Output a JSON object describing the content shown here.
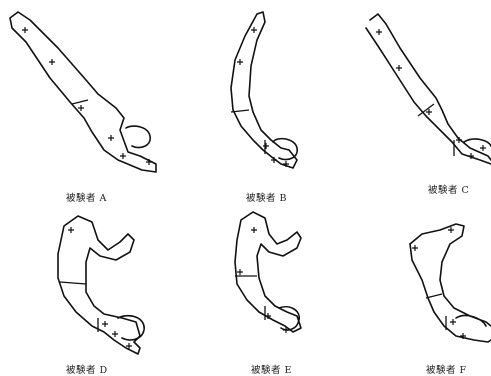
{
  "figure": {
    "panels": [
      {
        "id": "A",
        "caption": "被験者 A"
      },
      {
        "id": "B",
        "caption": "被験者 B"
      },
      {
        "id": "C",
        "caption": "被験者 C"
      },
      {
        "id": "D",
        "caption": "被験者 D"
      },
      {
        "id": "E",
        "caption": "被験者 E"
      },
      {
        "id": "F",
        "caption": "被験者 F"
      }
    ]
  }
}
